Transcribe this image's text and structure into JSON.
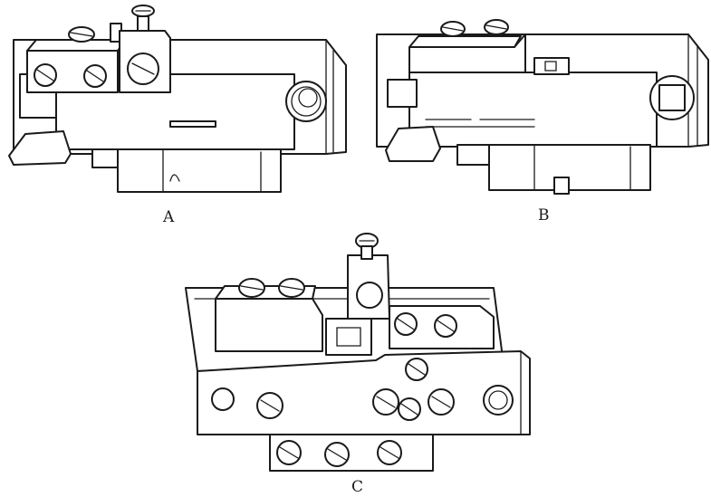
{
  "figure": {
    "labels": {
      "a": "A",
      "b": "B",
      "c": "C"
    }
  },
  "colors": {
    "ink": "#1a1a1a",
    "paper": "#ffffff",
    "shade": "#d9d9d9"
  }
}
